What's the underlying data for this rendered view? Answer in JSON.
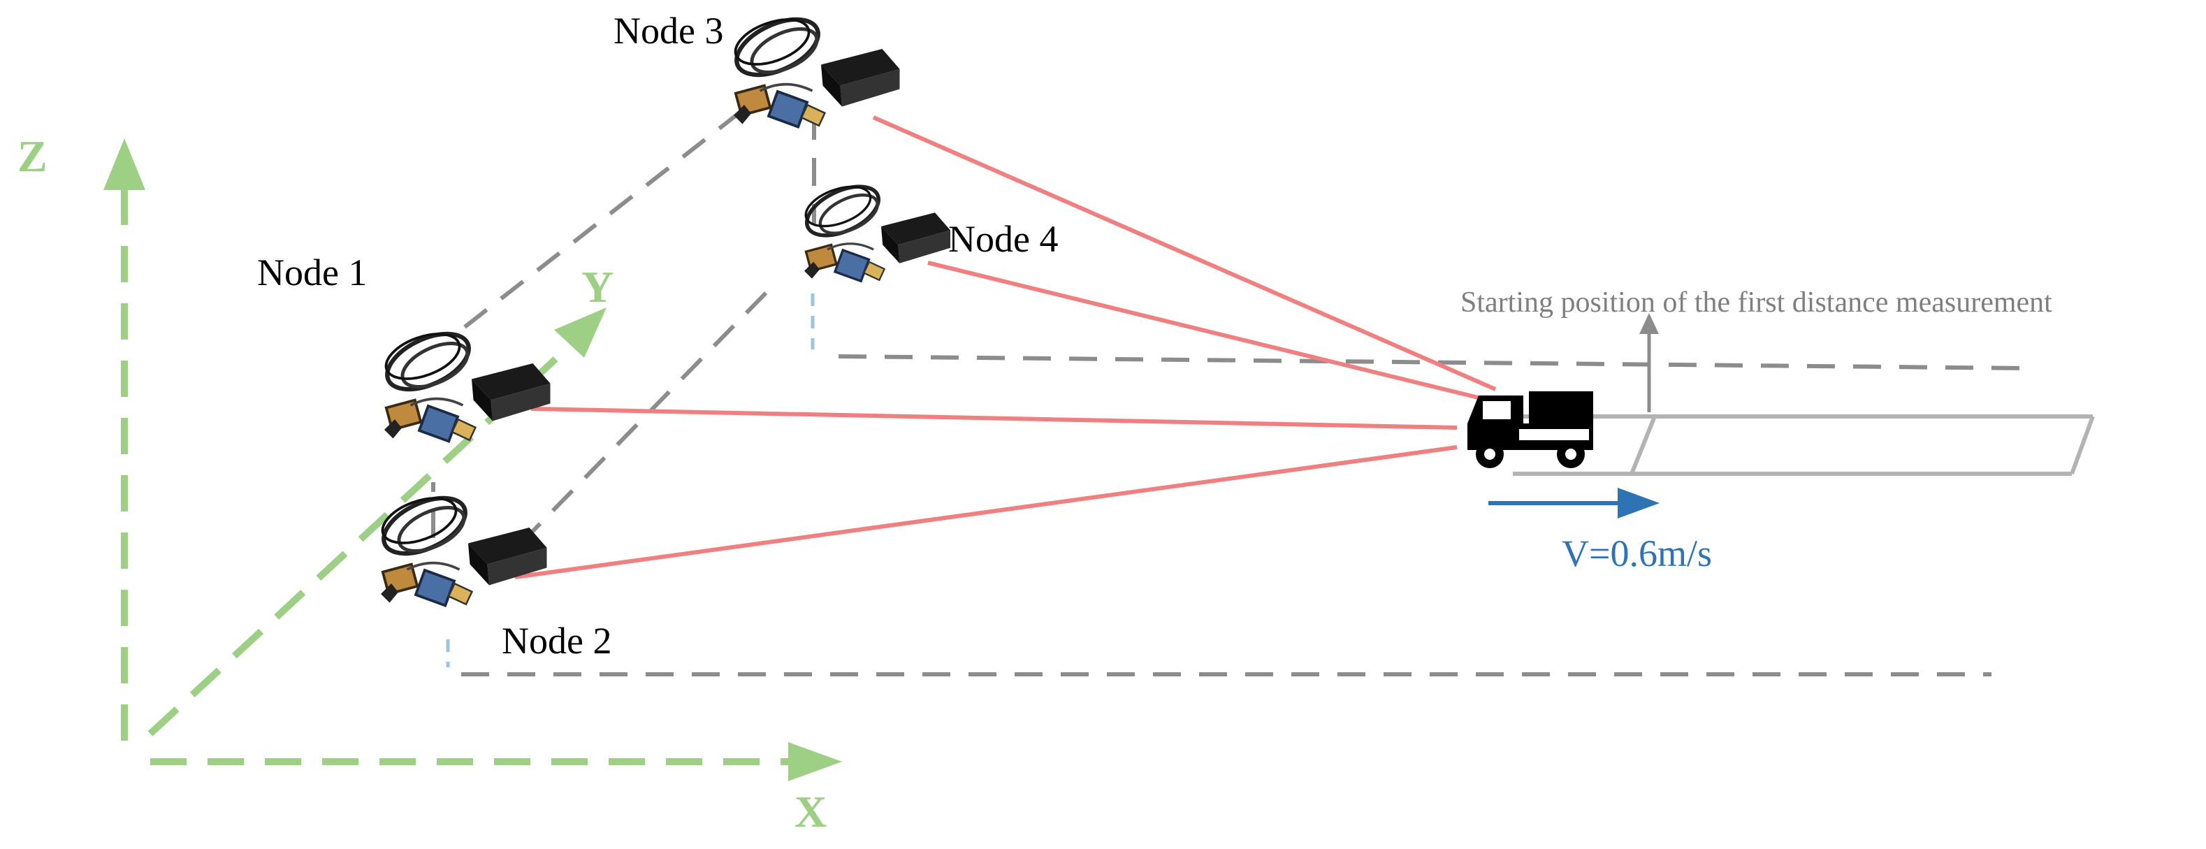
{
  "nodes": [
    {
      "label": "Node 1"
    },
    {
      "label": "Node 2"
    },
    {
      "label": "Node 3"
    },
    {
      "label": "Node 4"
    }
  ],
  "axes": {
    "x": "X",
    "y": "Y",
    "z": "Z"
  },
  "annotation": "Starting position of the first distance measurement",
  "speed": "V=0.6m/s",
  "colors": {
    "axis": "#9dcf85",
    "range_line": "#f08080",
    "guide": "#8c8c8c",
    "track": "#b3b3b3",
    "velocity": "#2e74b5"
  }
}
